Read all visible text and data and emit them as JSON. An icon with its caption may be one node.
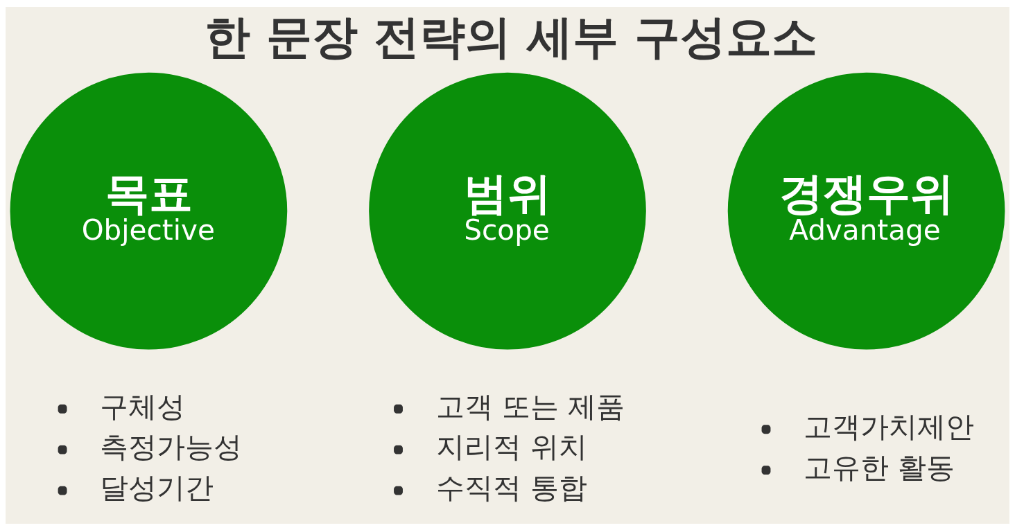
{
  "diagram": {
    "title": "한 문장 전략의 세부 구성요소",
    "nodes": [
      {
        "text": [
          "목표",
          "Objective"
        ],
        "beside": [
          "구체성",
          "측정가능성",
          "달성기간"
        ]
      },
      {
        "text": [
          "범위",
          "Scope"
        ],
        "beside": [
          "고객 또는 제품",
          "지리적 위치",
          "수직적 통합"
        ]
      },
      {
        "text": [
          "경쟁우위",
          "Advantage"
        ],
        "beside": [
          "고객가치제안",
          "고유한 활동"
        ]
      }
    ]
  }
}
